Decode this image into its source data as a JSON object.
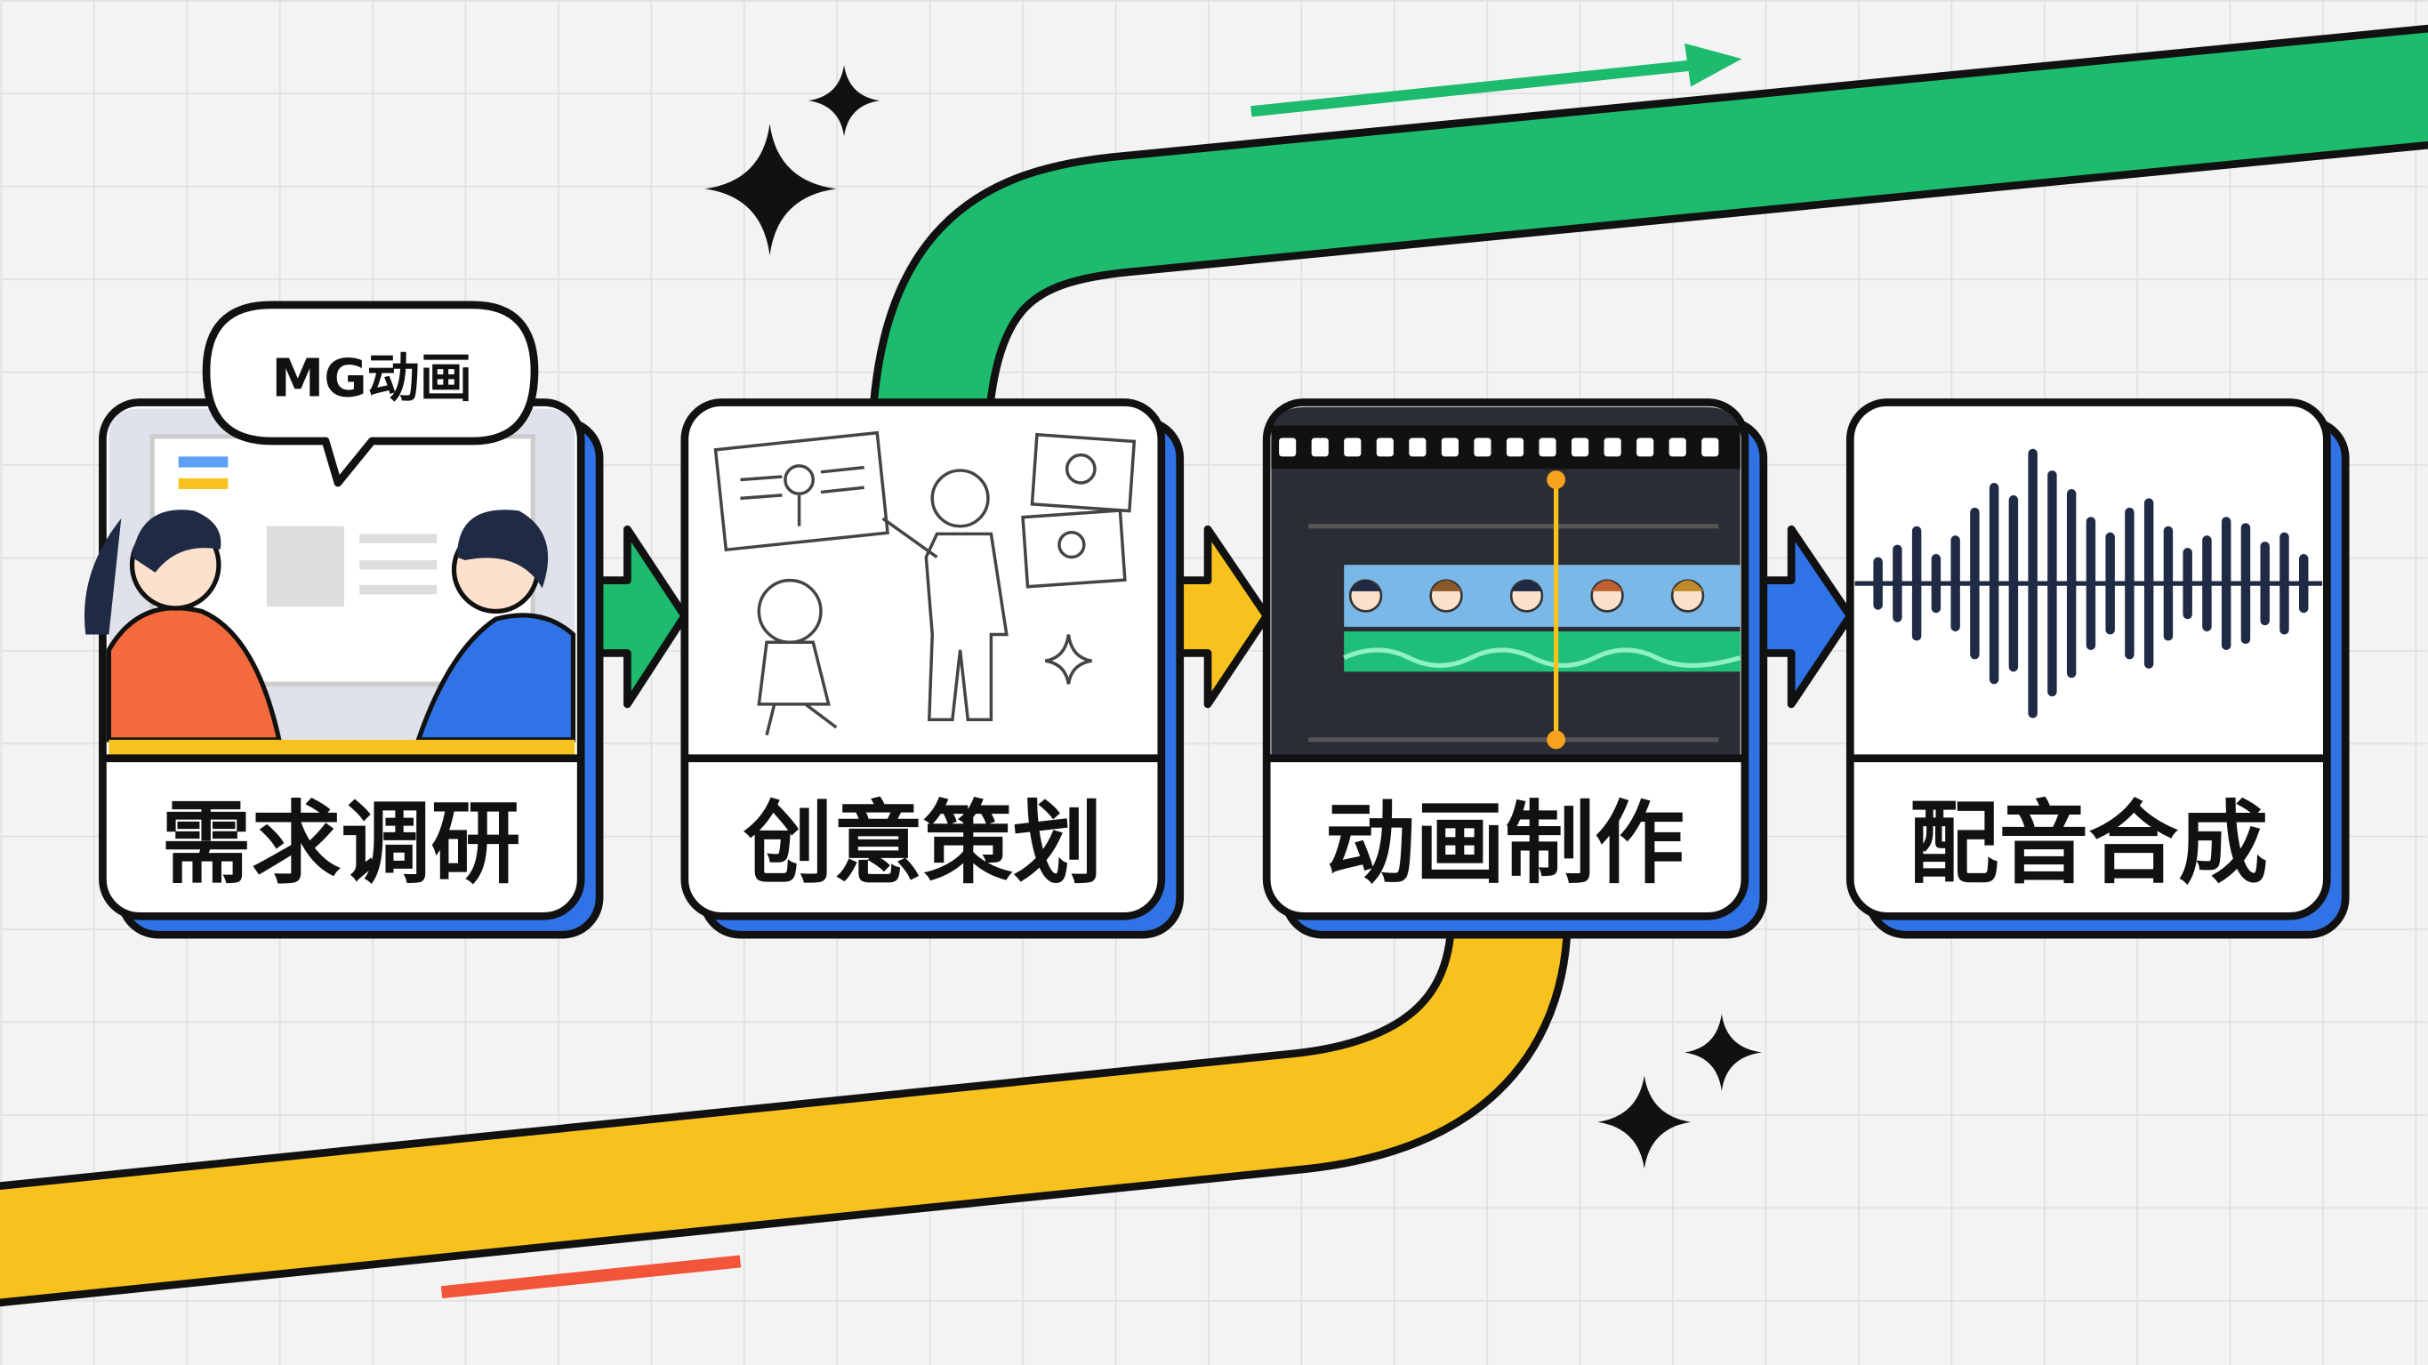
{
  "bubble": {
    "text": "MG动画"
  },
  "steps": [
    {
      "label": "需求调研"
    },
    {
      "label": "创意策划"
    },
    {
      "label": "动画制作"
    },
    {
      "label": "配音合成"
    }
  ],
  "colors": {
    "green": "#1dbb6e",
    "yellow": "#f7c21e",
    "blue": "#2f73e6",
    "red": "#f2553a",
    "ink": "#111111",
    "background": "#f2f2f2"
  }
}
